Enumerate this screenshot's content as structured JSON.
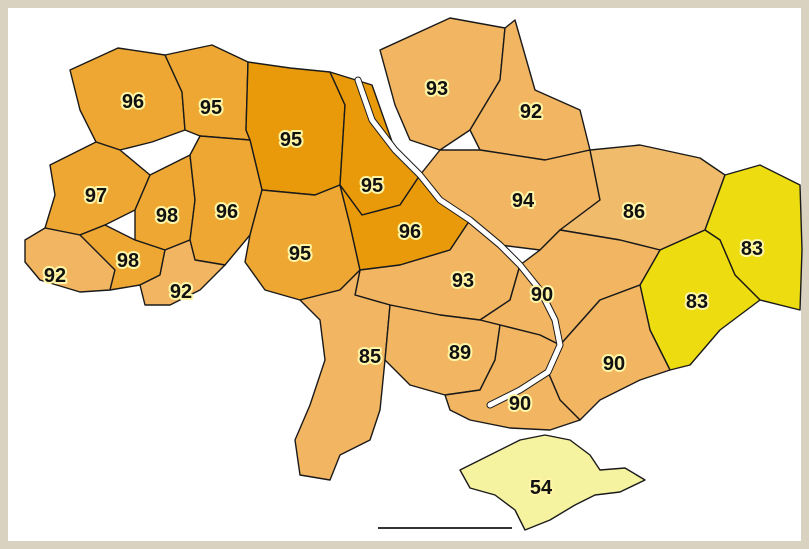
{
  "colors": {
    "frame": "#d9d2c0",
    "dark_orange": "#e89a0a",
    "orange": "#eea733",
    "light_orange": "#f2b562",
    "peach": "#f0bc6c",
    "yellow": "#ecdc10",
    "pale_yellow": "#f5f3a0"
  },
  "regions": [
    {
      "id": "volyn",
      "value": "96"
    },
    {
      "id": "rivne",
      "value": "95"
    },
    {
      "id": "zhytomyr",
      "value": "95"
    },
    {
      "id": "kyiv",
      "value": "95"
    },
    {
      "id": "chernihiv",
      "value": "93"
    },
    {
      "id": "sumy",
      "value": "92"
    },
    {
      "id": "lviv",
      "value": "97"
    },
    {
      "id": "ternopil",
      "value": "98"
    },
    {
      "id": "khmelnytskyi",
      "value": "96"
    },
    {
      "id": "vinnytsia",
      "value": "95"
    },
    {
      "id": "cherkasy",
      "value": "96"
    },
    {
      "id": "poltava",
      "value": "94"
    },
    {
      "id": "kharkiv",
      "value": "86"
    },
    {
      "id": "zakarpattia",
      "value": "92"
    },
    {
      "id": "ivano-frankivsk",
      "value": "98"
    },
    {
      "id": "chernivtsi",
      "value": "92"
    },
    {
      "id": "luhansk",
      "value": "83"
    },
    {
      "id": "donetsk",
      "value": "83"
    },
    {
      "id": "kirovohrad",
      "value": "93"
    },
    {
      "id": "dnipropetrovsk",
      "value": "90"
    },
    {
      "id": "odesa",
      "value": "85"
    },
    {
      "id": "mykolaiv",
      "value": "89"
    },
    {
      "id": "zaporizhzhia",
      "value": "90"
    },
    {
      "id": "kherson",
      "value": "90"
    },
    {
      "id": "crimea",
      "value": "54"
    }
  ]
}
